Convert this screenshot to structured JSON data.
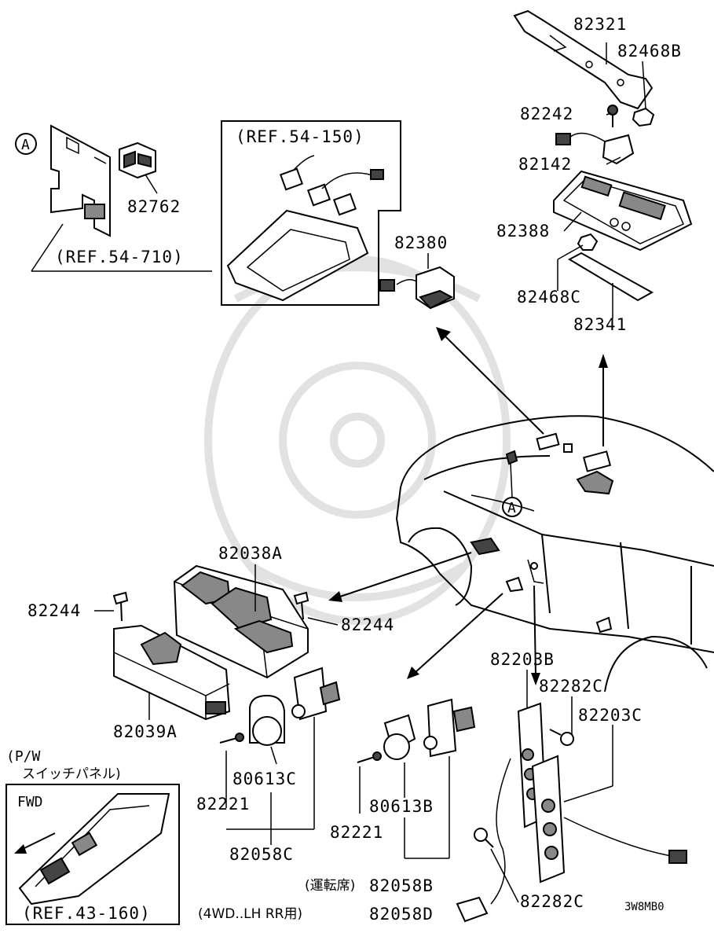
{
  "parts": {
    "p82321": "82321",
    "p82468B": "82468B",
    "p82242": "82242",
    "p82142": "82142",
    "p82388": "82388",
    "p82468C": "82468C",
    "p82341": "82341",
    "p82380": "82380",
    "p82762": "82762",
    "p82038A": "82038A",
    "p82244_left": "82244",
    "p82244_right": "82244",
    "p82039A": "82039A",
    "p82203B": "82203B",
    "p82282C_top": "82282C",
    "p82203C": "82203C",
    "p80613C": "80613C",
    "p82221_left": "82221",
    "p82058C": "82058C",
    "p80613B": "80613B",
    "p82221_right": "82221",
    "p82058B": "82058B",
    "p82058D": "82058D",
    "p82282C_bottom": "82282C"
  },
  "refs": {
    "ref_54_150": "(REF.54-150)",
    "ref_54_710": "(REF.54-710)",
    "ref_43_160": "(REF.43-160)"
  },
  "callouts": {
    "a_top": "A",
    "a_car": "A"
  },
  "notes": {
    "pw_line1": "(P/W",
    "pw_line2": "スイッチパネル)",
    "fwd": "FWD",
    "driver_seat": "(運転席)",
    "variant_4wd": "(4WD..LH RR用)",
    "diagram_code": "3W8MB0"
  }
}
